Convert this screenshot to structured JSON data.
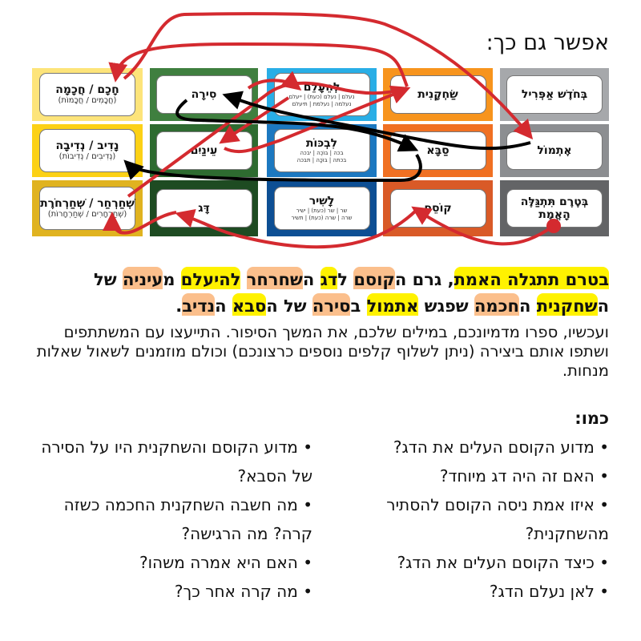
{
  "heading": "אפשר גם כך:",
  "colors": {
    "red": "#d42a2f",
    "black": "#000000",
    "yellow_hl": "#fff200",
    "peach_hl": "#fbbf8c"
  },
  "columns": [
    {
      "color_rows": [
        "#a6a8ab",
        "#8c8e91",
        "#636466"
      ],
      "cards": [
        {
          "word": "בְּחֹדֶשׁ אַפְּרִיל"
        },
        {
          "word": "אֶתְמוֹל"
        },
        {
          "word": "בְּטֶרֶם תִּתְגַּלֶּה הָאֱמֶת"
        }
      ]
    },
    {
      "color_rows": [
        "#f7941d",
        "#f07022",
        "#d95a27"
      ],
      "cards": [
        {
          "word": "שַׂחְקָנִית"
        },
        {
          "word": "סַבָּא"
        },
        {
          "word": "קוֹסֵם"
        }
      ]
    },
    {
      "color_rows": [
        "#29aee6",
        "#1c78c0",
        "#0d4f94"
      ],
      "cards": [
        {
          "word": "לְהֵעָלֵם",
          "sub1": "נעלם | נעלם (כעת) | ייעלם",
          "sub2": "נעלמה | נעלמת | תיעלם"
        },
        {
          "word": "לִבְכּוֹת",
          "sub1": "בכה | בּוֹכֶה | יבכה",
          "sub2": "בכתה | בּוֹכָה | תבכה"
        },
        {
          "word": "לָשִׁיר",
          "sub1": "שר | שר (כעת) | ישיר",
          "sub2": "שרה | שרה (כעת) | תשיר"
        }
      ]
    },
    {
      "color_rows": [
        "#3f7f3f",
        "#2e6b30",
        "#1e4b22"
      ],
      "cards": [
        {
          "word": "סִירָה"
        },
        {
          "word": "עֵינַיִם"
        },
        {
          "word": "דָּג"
        }
      ]
    },
    {
      "color_rows": [
        "#fde47a",
        "#fcd116",
        "#e0b320"
      ],
      "cards": [
        {
          "word": "חָכָם / חֲכָמָה",
          "sub": "(חֲכָמִים / חֲכָמוֹת)"
        },
        {
          "word": "נָדִיב / נְדִיבָה",
          "sub": "(נְדִיבִים / נְדִיבוֹת)"
        },
        {
          "word": "שְׁחַרְחַר / שְׁחַרְחֹרֶת",
          "sub": "(שְׁחַרְחָרִים / שְׁחַרְחָרוֹת)"
        }
      ]
    }
  ],
  "story": [
    {
      "t": "בטרם תתגלה האמת",
      "h": "y"
    },
    {
      "t": ", גרם ה",
      "h": ""
    },
    {
      "t": "קוסם",
      "h": "p"
    },
    {
      "t": " ל",
      "h": ""
    },
    {
      "t": "דג",
      "h": "y"
    },
    {
      "t": " ה",
      "h": ""
    },
    {
      "t": "שחרחר",
      "h": "p"
    },
    {
      "t": " ",
      "h": ""
    },
    {
      "t": "להיעלם",
      "h": "y"
    },
    {
      "t": " מ",
      "h": ""
    },
    {
      "t": "עיניה",
      "h": "p"
    },
    {
      "t": " של ה",
      "h": ""
    },
    {
      "t": "שחקנית",
      "h": "y"
    },
    {
      "t": " ה",
      "h": ""
    },
    {
      "t": "חכמה",
      "h": "p"
    },
    {
      "t": " שפגש ",
      "h": ""
    },
    {
      "t": "אתמול",
      "h": "y"
    },
    {
      "t": " ב",
      "h": ""
    },
    {
      "t": "סירה",
      "h": "p"
    },
    {
      "t": " של ה",
      "h": ""
    },
    {
      "t": "סבא",
      "h": "y"
    },
    {
      "t": " ה",
      "h": ""
    },
    {
      "t": "נדיב",
      "h": "p"
    },
    {
      "t": ".",
      "h": ""
    }
  ],
  "instructions": "ועכשיו, ספרו מדמיונכם, במילים שלכם, את המשך הסיפור. התייעצו עם המשתתפים ושתפו אותם ביצירה (ניתן לשלוף קלפים נוספים כרצונכם) וכולם מוזמנים לשאול שאלות מנחות.",
  "like_label": "כמו:",
  "questions_right": [
    "מדוע הקוסם העלים את הדג?",
    "האם זה היה דג מיוחד?",
    "איזו אמת ניסה הקוסם להסתיר מהשחקנית?",
    "כיצד הקוסם העלים את הדג?",
    "לאן נעלם הדג?"
  ],
  "questions_left": [
    "מדוע הקוסם והשחקנית היו על הסירה של הסבא?",
    "מה חשבה השחקנית החכמה כשזה קרה? מה הרגישה?",
    "האם היא אמרה משהו?",
    "מה קרה אחר כך?"
  ]
}
